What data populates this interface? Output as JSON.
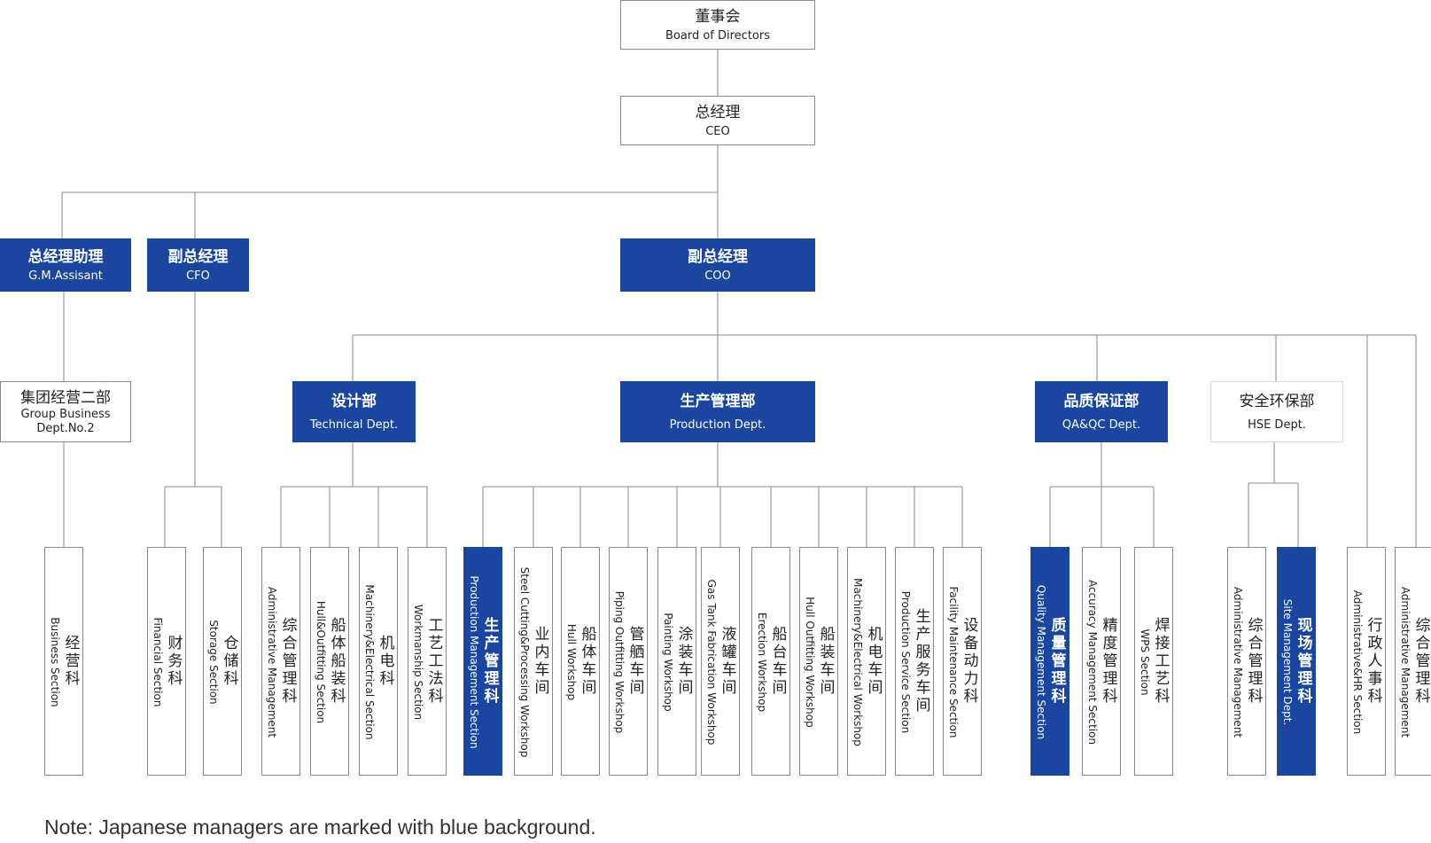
{
  "top": {
    "board": {
      "zh": "董事会",
      "en": "Board of Directors"
    },
    "ceo": {
      "zh": "总经理",
      "en": "CEO"
    }
  },
  "level2": {
    "gm_assistant": {
      "zh": "总经理助理",
      "en": "G.M.Assisant"
    },
    "cfo": {
      "zh": "副总经理",
      "en": "CFO"
    },
    "coo": {
      "zh": "副总经理",
      "en": "COO"
    }
  },
  "level3": {
    "group_business": {
      "zh": "集团经营二部",
      "en": "Group Business Dept.No.2"
    },
    "technical": {
      "zh": "设计部",
      "en": "Technical Dept."
    },
    "production": {
      "zh": "生产管理部",
      "en": "Production Dept."
    },
    "qaqc": {
      "zh": "品质保证部",
      "en": "QA&QC Dept."
    },
    "hse": {
      "zh": "安全环保部",
      "en": "HSE Dept."
    }
  },
  "sections": [
    {
      "zh": "经营科",
      "en": "Business Section",
      "blue": false
    },
    {
      "zh": "财务科",
      "en": "Financial Section",
      "blue": false
    },
    {
      "zh": "仓储科",
      "en": "Storage Section",
      "blue": false
    },
    {
      "zh": "综合管理科",
      "en": "Administrative Management",
      "blue": false
    },
    {
      "zh": "船体船装科",
      "en": "Hull&Outfitting Section",
      "blue": false
    },
    {
      "zh": "机电科",
      "en": "Machinery&Electrical Section",
      "blue": false
    },
    {
      "zh": "工艺工法科",
      "en": "Workmanship Section",
      "blue": false
    },
    {
      "zh": "生产管理科",
      "en": "Production Management Section",
      "blue": true
    },
    {
      "zh": "业内车间",
      "en": "Steel Cutting&Processing Workshop",
      "blue": false
    },
    {
      "zh": "船体车间",
      "en": "Hull Workshop",
      "blue": false
    },
    {
      "zh": "管舾车间",
      "en": "Piping Outfitting Workshop",
      "blue": false
    },
    {
      "zh": "涂装车间",
      "en": "Painting Workshop",
      "blue": false
    },
    {
      "zh": "液罐车间",
      "en": "Gas Tank Fabrication Workshop",
      "blue": false
    },
    {
      "zh": "船台车间",
      "en": "Erection Workshop",
      "blue": false
    },
    {
      "zh": "船装车间",
      "en": "Hull Outfitting Workshop",
      "blue": false
    },
    {
      "zh": "机电车间",
      "en": "Machinery&Electrical Workshop",
      "blue": false
    },
    {
      "zh": "生产服务车间",
      "en": "Production Service Section",
      "blue": false
    },
    {
      "zh": "设备动力科",
      "en": "Facility Maintenance Section",
      "blue": false
    },
    {
      "zh": "质量管理科",
      "en": "Quality Management Section",
      "blue": true
    },
    {
      "zh": "精度管理科",
      "en": "Accuracy Management Section",
      "blue": false
    },
    {
      "zh": "焊接工艺科",
      "en": "WPS Section",
      "blue": false
    },
    {
      "zh": "综合管理科",
      "en": "Administrative Management",
      "blue": false
    },
    {
      "zh": "现场管理科",
      "en": "Site Management Dept.",
      "blue": true
    },
    {
      "zh": "行政人事科",
      "en": "Administrative&HR Section",
      "blue": false
    },
    {
      "zh": "综合管理科",
      "en": "Administrative Management",
      "blue": false
    }
  ],
  "colors": {
    "blue": "#1a46a0",
    "line": "#8a8a8a"
  },
  "note": "Note: Japanese managers are marked with blue background."
}
